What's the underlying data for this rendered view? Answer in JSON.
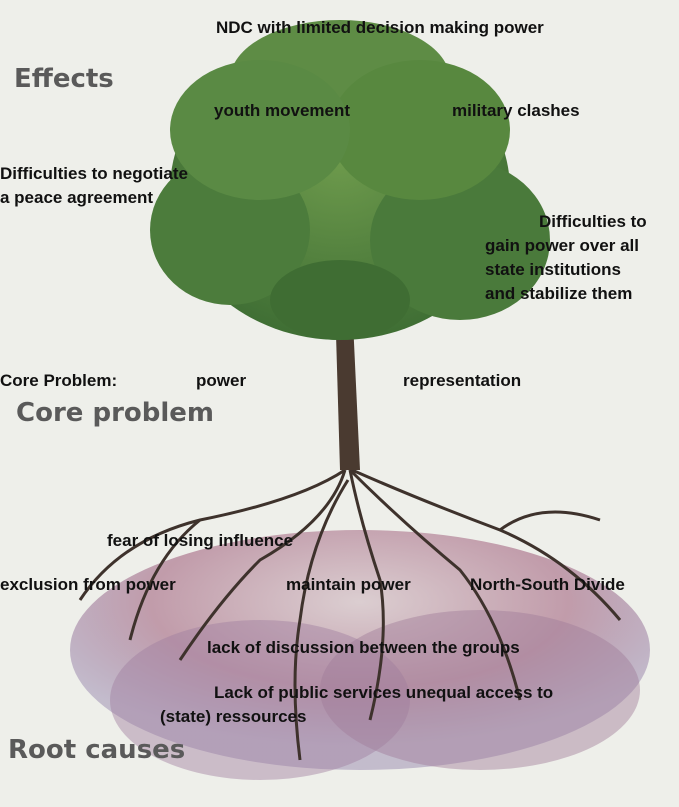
{
  "sections": {
    "effects": "Effects",
    "core": "Core problem",
    "roots": "Root causes"
  },
  "effects": [
    "NDC with limited decision making power",
    "youth movement",
    "military clashes",
    "Difficulties to negotiate",
    "a peace agreement",
    "Difficulties to",
    "gain power over all",
    "state institutions",
    "and stabilize them"
  ],
  "core": {
    "label": "Core Problem:",
    "items": [
      "power",
      "representation"
    ]
  },
  "roots": [
    "fear of losing influence",
    "exclusion from power",
    "maintain power",
    "North-South Divide",
    "lack of discussion between the groups",
    "Lack of public services unequal access to",
    "(state) ressources"
  ],
  "colors": {
    "leaf": "#4f7f3a",
    "leaf_light": "#7fa25a",
    "trunk": "#4a3a30",
    "root_pink": "#b88a9a",
    "root_blue": "#8a8ab8",
    "section": "#5a5a5a"
  }
}
